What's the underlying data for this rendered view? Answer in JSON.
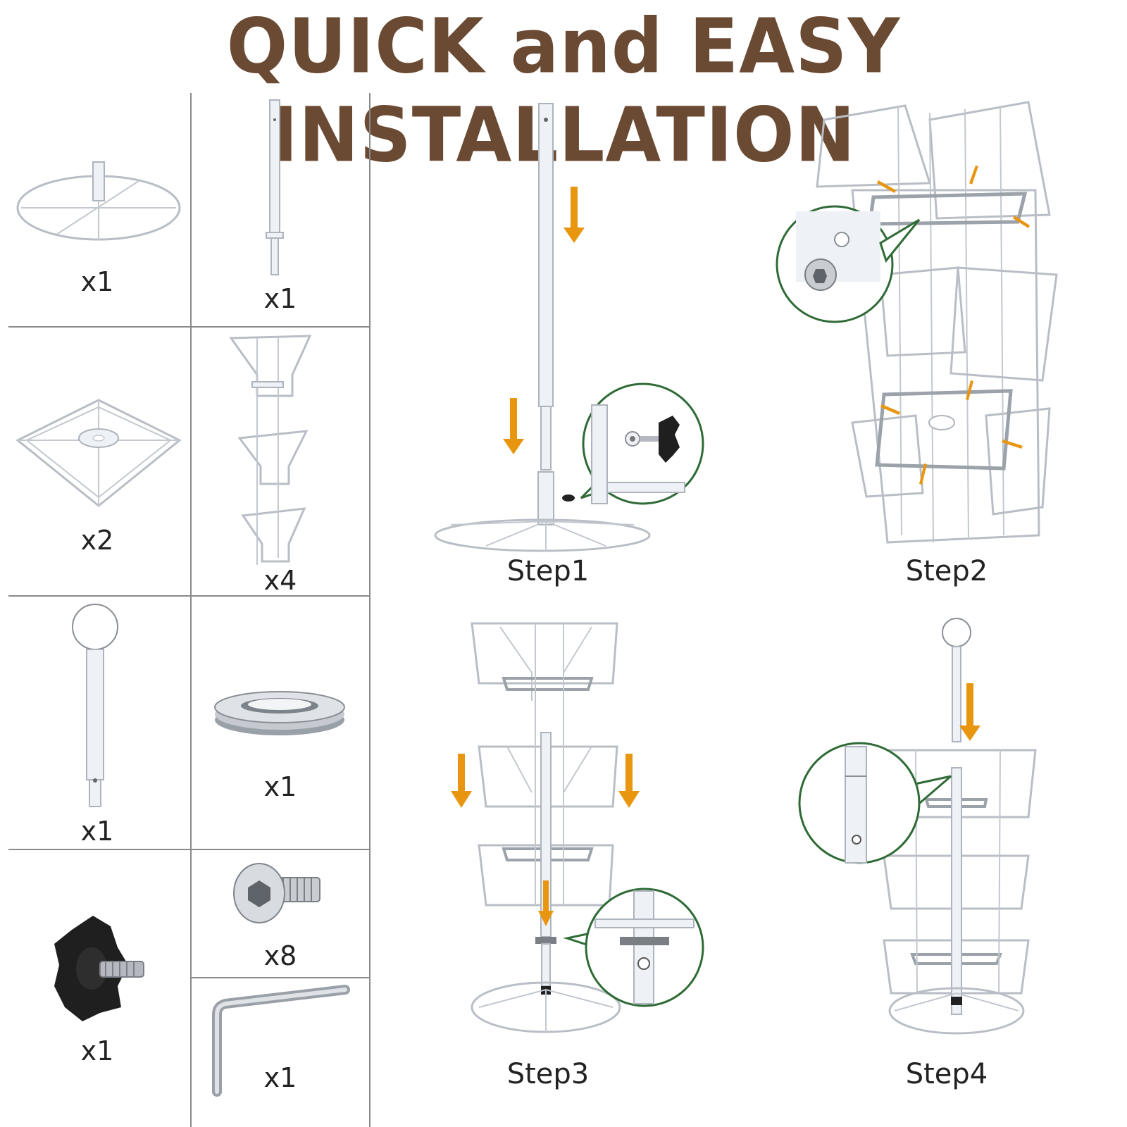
{
  "title": "QUICK and EASY INSTALLATION",
  "parts": [
    {
      "icon": "round-base-icon",
      "qty": "x1"
    },
    {
      "icon": "short-pole-icon",
      "qty": "x1"
    },
    {
      "icon": "square-frame-icon",
      "qty": "x2"
    },
    {
      "icon": "wire-rack-panel-icon",
      "qty": "x4"
    },
    {
      "icon": "top-pole-with-disc-icon",
      "qty": "x1"
    },
    {
      "icon": "bearing-icon",
      "qty": "x1"
    },
    {
      "icon": "star-knob-icon",
      "qty": "x1"
    },
    {
      "icon": "screw-icon",
      "qty": "x8"
    },
    {
      "icon": "hex-key-icon",
      "qty": "x1"
    }
  ],
  "steps": [
    {
      "label": "Step1"
    },
    {
      "label": "Step2"
    },
    {
      "label": "Step3"
    },
    {
      "label": "Step4"
    }
  ],
  "colors": {
    "title": "#6b4a33",
    "arrow": "#e8960f",
    "zoom_ring": "#2f6b36",
    "grid": "#8a8a8a"
  }
}
